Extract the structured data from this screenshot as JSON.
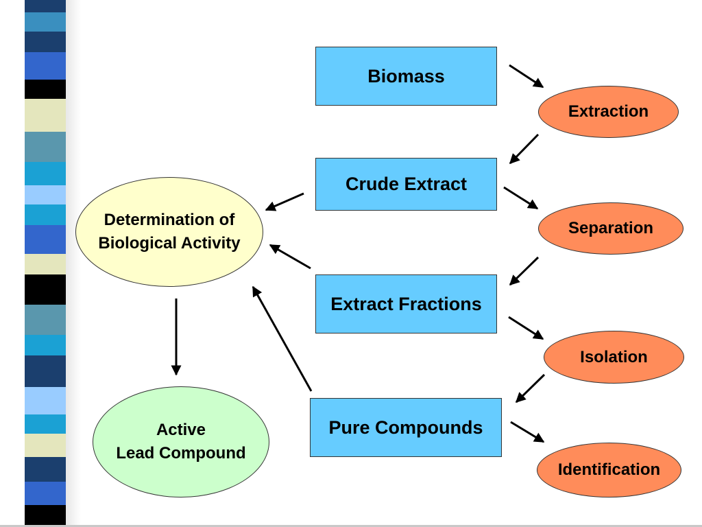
{
  "boxes": {
    "biomass": "Biomass",
    "crude_extract": "Crude Extract",
    "extract_fractions": "Extract Fractions",
    "pure_compounds": "Pure Compounds"
  },
  "steps": {
    "extraction": "Extraction",
    "separation": "Separation",
    "isolation": "Isolation",
    "identification": "Identification"
  },
  "assay": {
    "line1": "Determination of",
    "line2": "Biological Activity"
  },
  "lead": {
    "line1": "Active",
    "line2": "Lead Compound"
  },
  "colors": {
    "box_fill": "#66ccff",
    "step_fill": "#ff8c5a",
    "assay_fill": "#ffffcc",
    "lead_fill": "#ccffcc",
    "stripes": [
      "#3a8fbf",
      "#1b3f6e",
      "#3366cc",
      "#000000",
      "#e4e6bd",
      "#5a97ad",
      "#1ba1d4",
      "#99ccff",
      "#0d3d7a"
    ]
  }
}
